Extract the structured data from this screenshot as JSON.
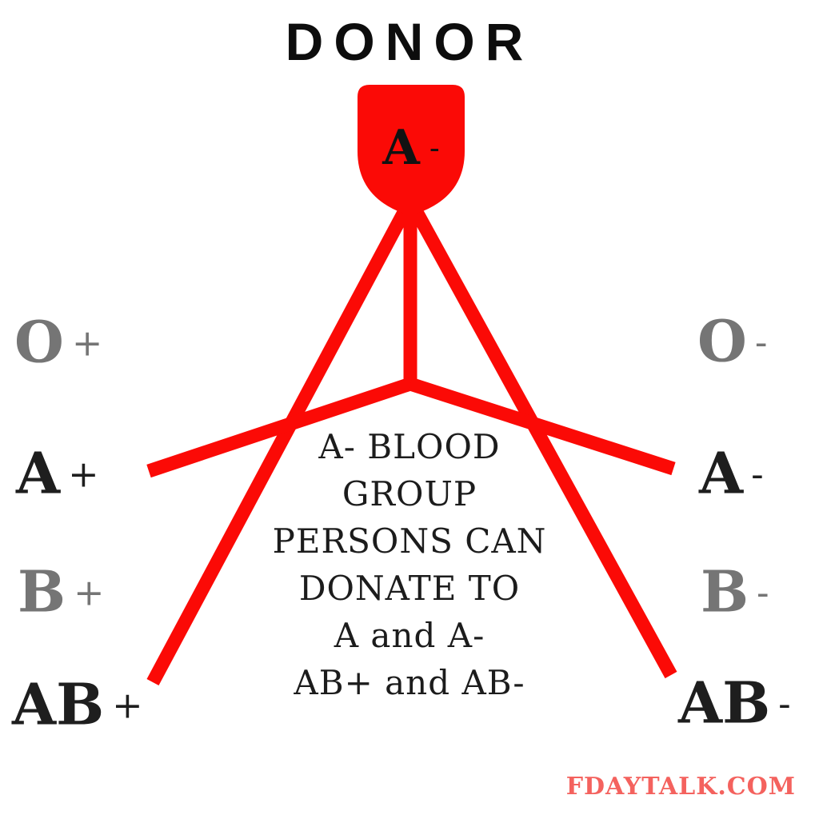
{
  "title": "DONOR",
  "donor": {
    "letter": "A",
    "sign": "-"
  },
  "recipients": {
    "left": [
      {
        "letter": "O",
        "sign": "+",
        "tone": "gray"
      },
      {
        "letter": "A",
        "sign": "+",
        "tone": "black"
      },
      {
        "letter": "B",
        "sign": "+",
        "tone": "gray"
      },
      {
        "letter": "AB",
        "sign": "+",
        "tone": "black"
      }
    ],
    "right": [
      {
        "letter": "O",
        "sign": "-",
        "tone": "gray"
      },
      {
        "letter": "A",
        "sign": "-",
        "tone": "black"
      },
      {
        "letter": "B",
        "sign": "-",
        "tone": "gray"
      },
      {
        "letter": "AB",
        "sign": "-",
        "tone": "black"
      }
    ]
  },
  "center_text": {
    "lines": [
      "A- BLOOD",
      "GROUP",
      "PERSONS CAN",
      "DONATE TO",
      "A and A-",
      "AB+ and AB-"
    ]
  },
  "watermark": "FDAYTALK.COM",
  "colors": {
    "red": "#fb0a06",
    "gray": "#757575",
    "black": "#1e1e1e",
    "watermark": "#f4625e"
  }
}
